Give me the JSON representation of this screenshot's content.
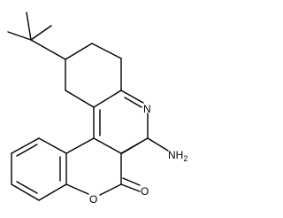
{
  "molecule": {
    "atoms": {
      "ring_nitrogen": "N",
      "amino_group": "NH",
      "amino_subscript": "2",
      "ring_oxygen": "O",
      "carbonyl_oxygen": "O"
    }
  }
}
